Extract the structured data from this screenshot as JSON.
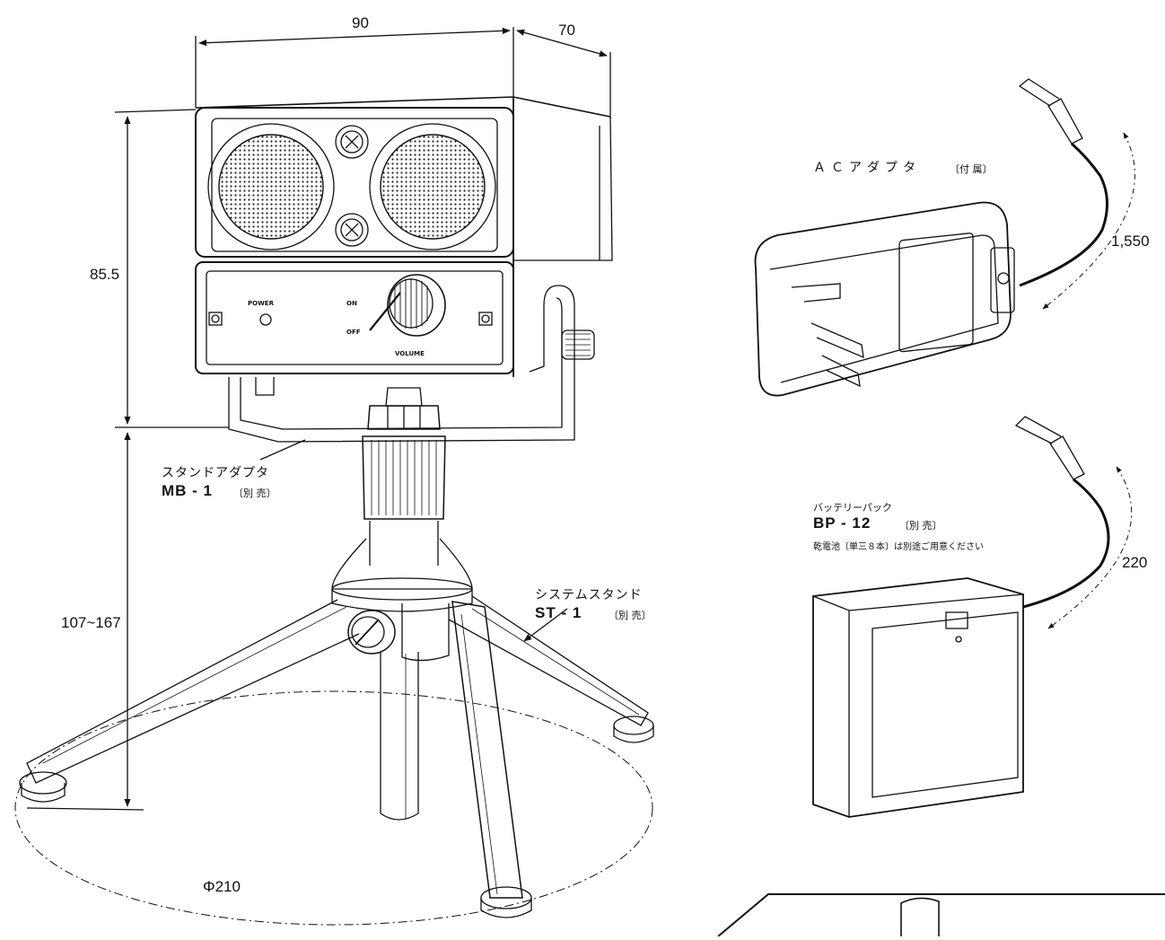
{
  "dimensions": {
    "width": "90",
    "depth": "70",
    "height": "85.5",
    "stand_height": "107~167",
    "base_diameter": "Φ210",
    "ac_cord_length": "1,550",
    "battery_cord_length": "220"
  },
  "speaker_panel": {
    "power_label": "POWER",
    "on_label": "ON",
    "off_label": "OFF",
    "volume_label": "VOLUME"
  },
  "callouts": {
    "stand_adapter": {
      "name": "スタンドアダプタ",
      "model": "MB - 1",
      "note": "〔別 売〕"
    },
    "system_stand": {
      "name": "システムスタンド",
      "model": "ST - 1",
      "note": "〔別 売〕"
    },
    "ac_adapter": {
      "name": "ＡＣアダプタ",
      "note": "〔付 属〕"
    },
    "battery_pack": {
      "name": "バッテリーパック",
      "model": "BP - 12",
      "note": "〔別 売〕",
      "remark": "乾電池〔単三８本〕は別途ご用意ください"
    }
  }
}
